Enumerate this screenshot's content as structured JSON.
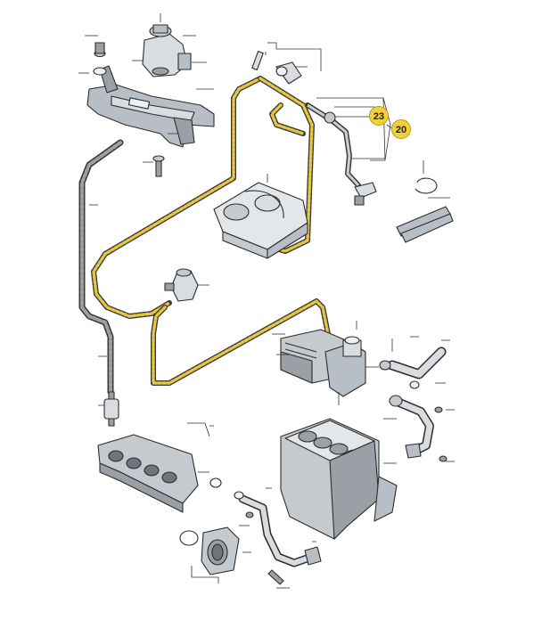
{
  "diagram": {
    "callouts": [
      {
        "id": "23",
        "label": "23"
      },
      {
        "id": "20",
        "label": "20"
      }
    ],
    "colors": {
      "highlight_hose": "#e8c640",
      "badge_fill": "#f2d03a",
      "badge_stroke": "#b89a10",
      "part_fill": "#d9dde1",
      "part_shade": "#b8bec5",
      "background": "#ffffff"
    }
  }
}
